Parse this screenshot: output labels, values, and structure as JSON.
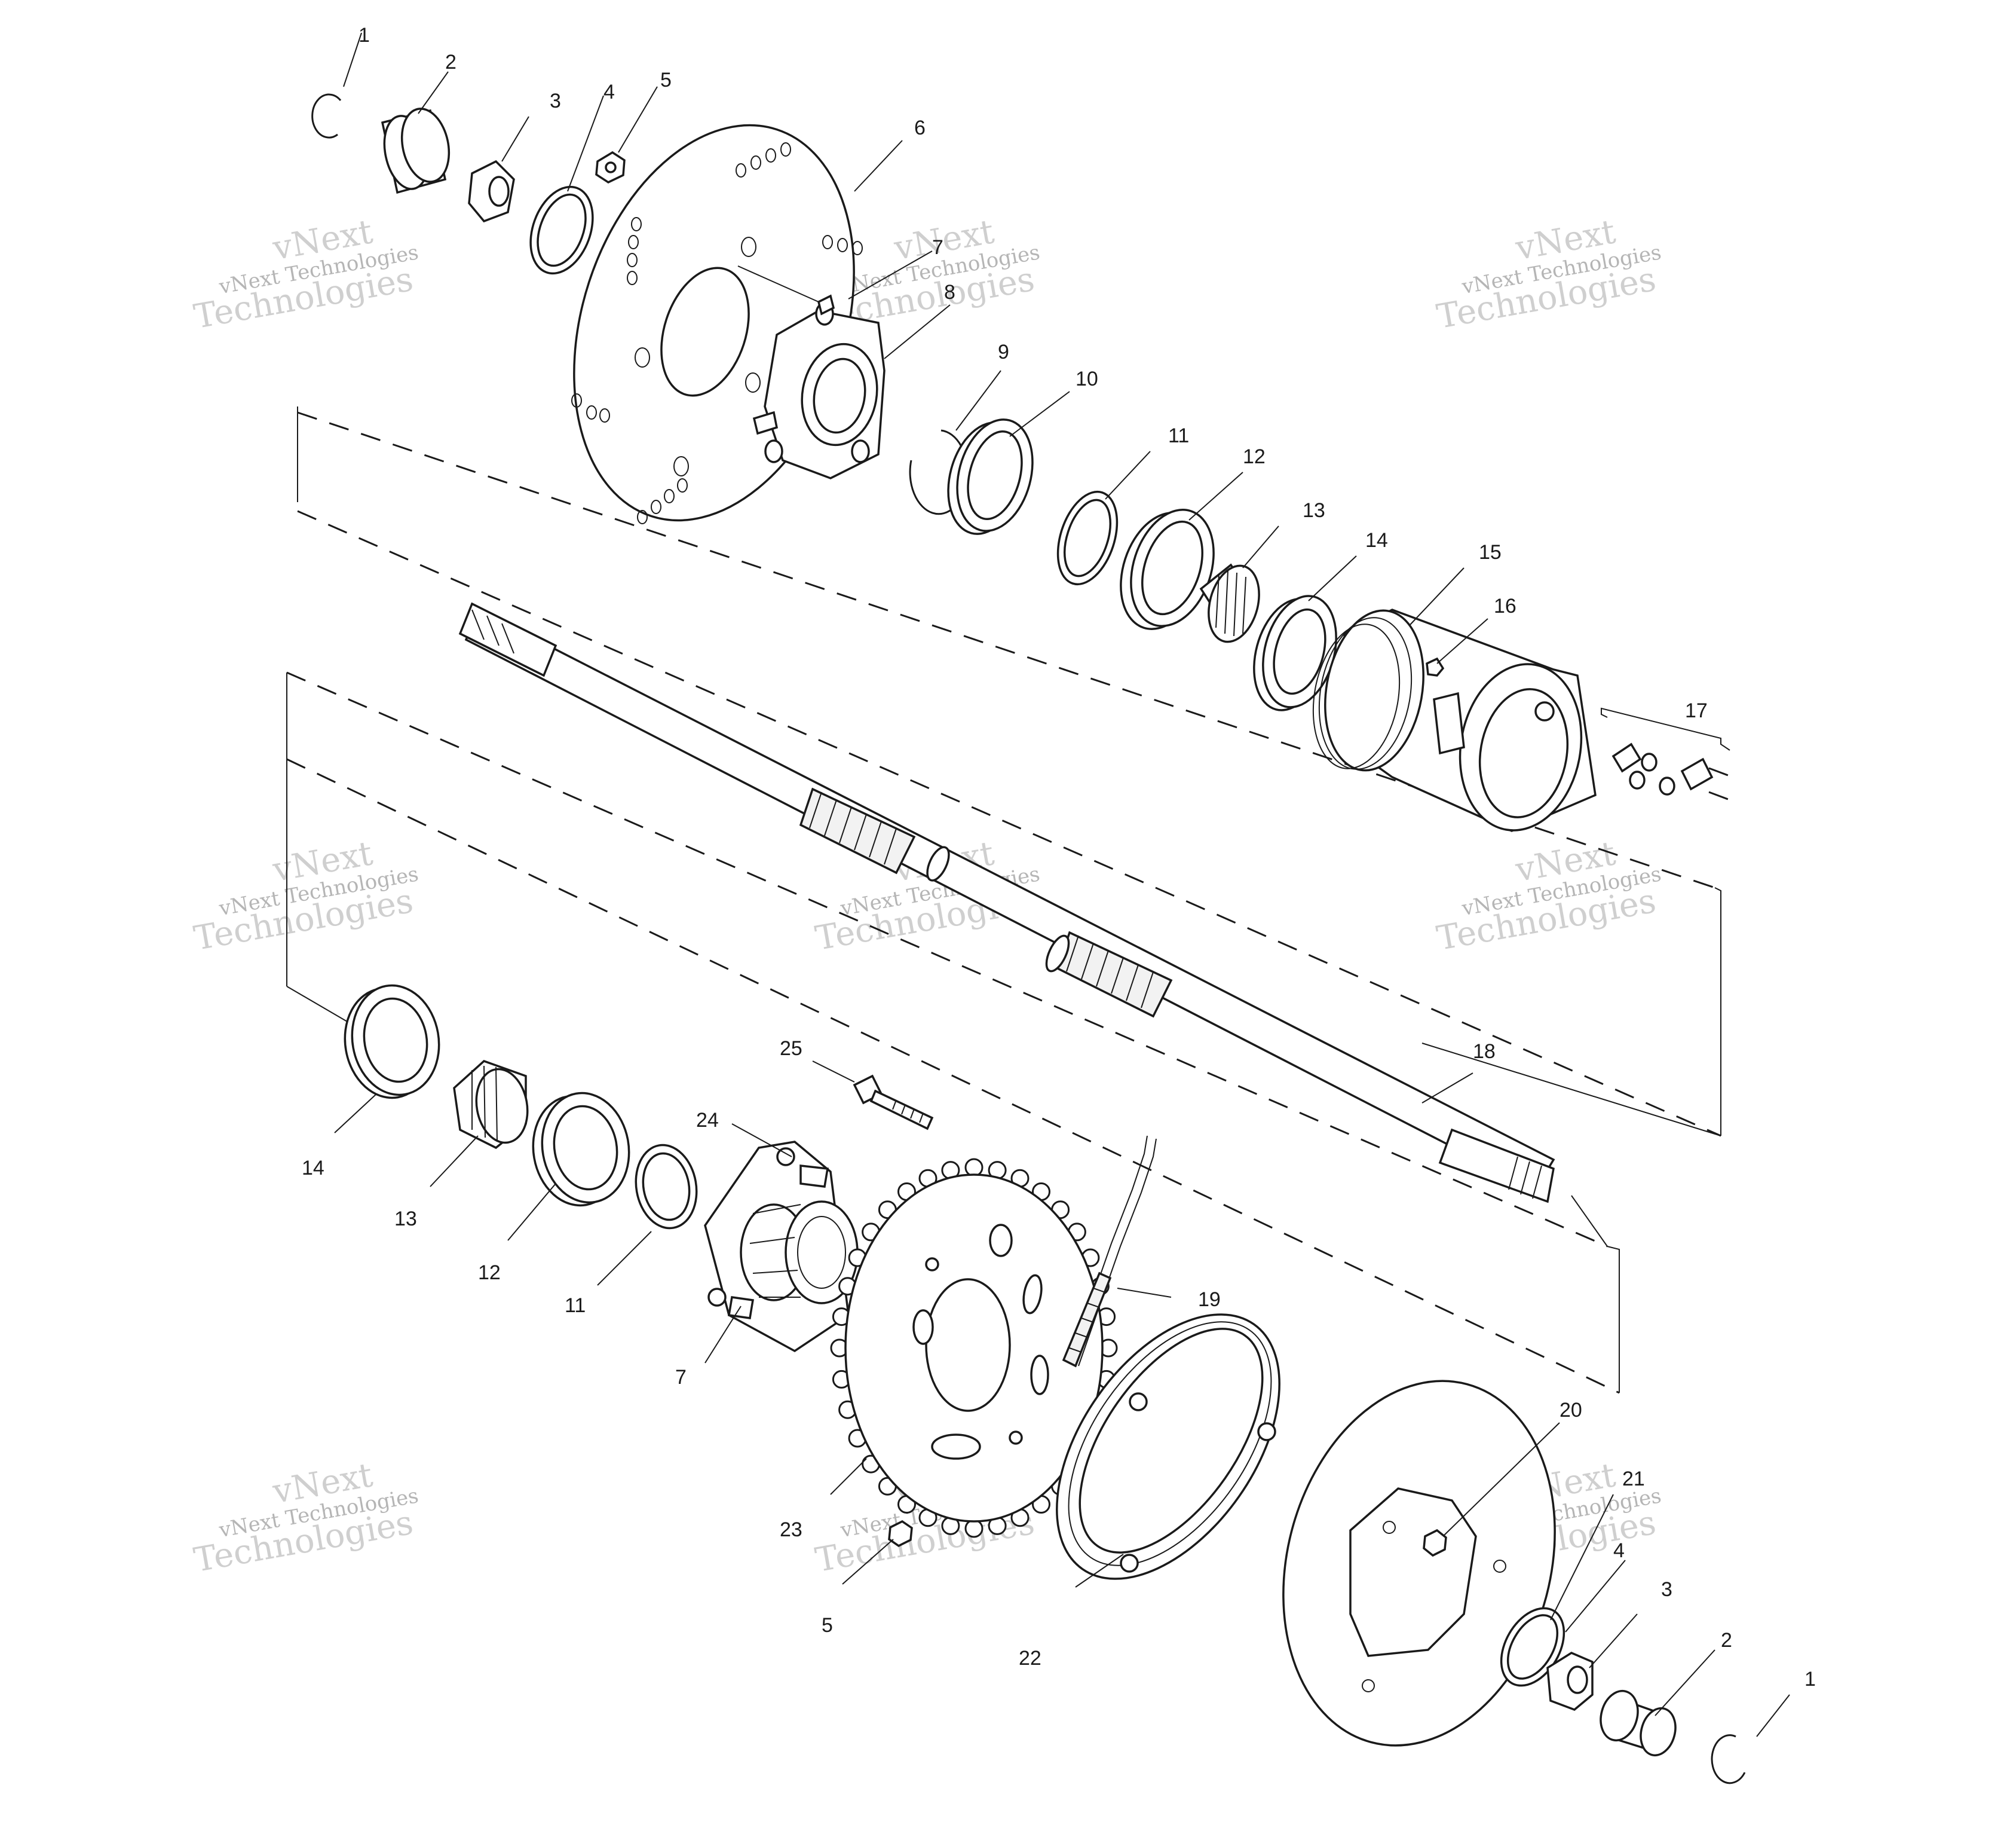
{
  "watermark": {
    "line1": "vNext Technologies",
    "big1": "vNext",
    "big2": "Technologies"
  },
  "callouts": [
    {
      "id": "c1-top",
      "text": "1"
    },
    {
      "id": "c2-top",
      "text": "2"
    },
    {
      "id": "c3-top",
      "text": "3"
    },
    {
      "id": "c4-top",
      "text": "4"
    },
    {
      "id": "c5-top",
      "text": "5"
    },
    {
      "id": "c6",
      "text": "6"
    },
    {
      "id": "c7-top",
      "text": "7"
    },
    {
      "id": "c8",
      "text": "8"
    },
    {
      "id": "c9",
      "text": "9"
    },
    {
      "id": "c10",
      "text": "10"
    },
    {
      "id": "c11-top",
      "text": "11"
    },
    {
      "id": "c12-top",
      "text": "12"
    },
    {
      "id": "c13-top",
      "text": "13"
    },
    {
      "id": "c14-top",
      "text": "14"
    },
    {
      "id": "c15",
      "text": "15"
    },
    {
      "id": "c16",
      "text": "16"
    },
    {
      "id": "c17",
      "text": "17"
    },
    {
      "id": "c18",
      "text": "18"
    },
    {
      "id": "c19",
      "text": "19"
    },
    {
      "id": "c20",
      "text": "20"
    },
    {
      "id": "c21",
      "text": "21"
    },
    {
      "id": "c22",
      "text": "22"
    },
    {
      "id": "c23",
      "text": "23"
    },
    {
      "id": "c24",
      "text": "24"
    },
    {
      "id": "c25",
      "text": "25"
    },
    {
      "id": "c14-bot",
      "text": "14"
    },
    {
      "id": "c13-bot",
      "text": "13"
    },
    {
      "id": "c12-bot",
      "text": "12"
    },
    {
      "id": "c11-bot",
      "text": "11"
    },
    {
      "id": "c7-bot",
      "text": "7"
    },
    {
      "id": "c5-bot",
      "text": "5"
    },
    {
      "id": "c4-bot",
      "text": "4"
    },
    {
      "id": "c3-bot",
      "text": "3"
    },
    {
      "id": "c2-bot",
      "text": "2"
    },
    {
      "id": "c1-bot",
      "text": "1"
    }
  ]
}
